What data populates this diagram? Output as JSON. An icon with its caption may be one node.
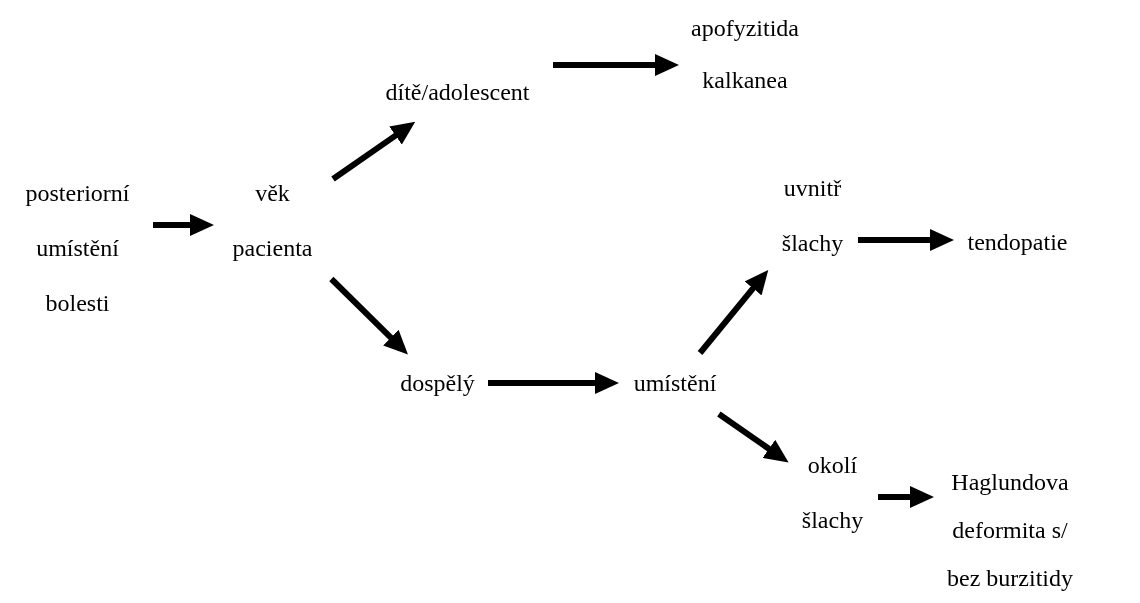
{
  "diagram": {
    "nodes": [
      {
        "text": [
          "posteriorní umístění bolesti"
        ]
      },
      {
        "text": [
          "věk pacienta"
        ]
      },
      {
        "text": [
          "dítě/adolescent"
        ]
      },
      {
        "text": [
          "apofyzitida kalkanea"
        ]
      },
      {
        "text": [
          "dospělý"
        ]
      },
      {
        "text": [
          "umístění"
        ]
      },
      {
        "text": [
          "uvnitř šlachy"
        ]
      },
      {
        "text": [
          "tendopatie"
        ]
      },
      {
        "text": [
          "okolí šlachy"
        ]
      },
      {
        "text": [
          "Haglundova deformita s/ bez burzitidy"
        ]
      }
    ],
    "edges": [
      {
        "from": 0,
        "to": 1,
        "arrow": "to"
      },
      {
        "from": 1,
        "to": 2,
        "arrow": "to"
      },
      {
        "from": 1,
        "to": 4,
        "arrow": "to"
      },
      {
        "from": 2,
        "to": 3,
        "arrow": "to"
      },
      {
        "from": 4,
        "to": 5,
        "arrow": "to"
      },
      {
        "from": 5,
        "to": 6,
        "arrow": "to"
      },
      {
        "from": 5,
        "to": 8,
        "arrow": "to"
      },
      {
        "from": 6,
        "to": 7,
        "arrow": "to"
      },
      {
        "from": 8,
        "to": 9,
        "arrow": "to"
      }
    ]
  }
}
